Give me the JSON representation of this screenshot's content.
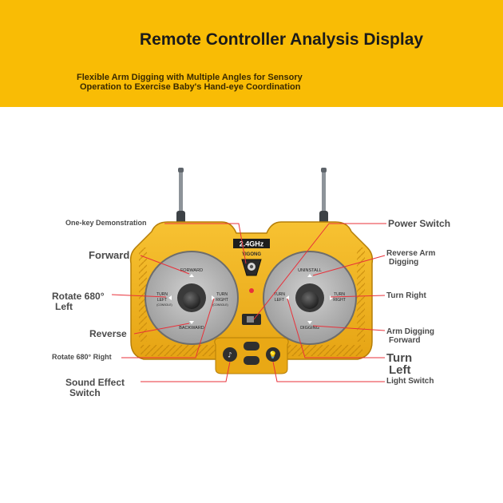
{
  "header": {
    "title": "Remote Controller Analysis Display",
    "subtitle_line1": "Flexible Arm Digging with Multiple Angles for Sensory",
    "subtitle_line2": "Operation to Exercise Baby's Hand-eye Coordination",
    "background_color": "#f9bc05"
  },
  "remote": {
    "frequency": "2.4GHz",
    "brand": "YIGONG",
    "body_color": "#f3b21e",
    "left_stick": {
      "top": "FORWARD",
      "bottom": "BACKWARD",
      "left_1": "TURN",
      "left_2": "LEFT",
      "left_3": "(CONSOLE)",
      "right_1": "TURN",
      "right_2": "RIGHT",
      "right_3": "(CONSOLE)"
    },
    "right_stick": {
      "top": "UNINSTALL",
      "bottom": "DIGGING",
      "left_1": "TURN",
      "left_2": "LEFT",
      "right_1": "TURN",
      "right_2": "RIGHT"
    }
  },
  "callouts": {
    "one_key_demo": "One-key Demonstration",
    "forward": "Forward",
    "rotate_left_1": "Rotate 680°",
    "rotate_left_2": "Left",
    "reverse": "Reverse",
    "rotate_right": "Rotate 680° Right",
    "sound_1": "Sound Effect",
    "sound_2": "Switch",
    "power_switch": "Power Switch",
    "reverse_arm_1": "Reverse Arm",
    "reverse_arm_2": "Digging",
    "turn_right": "Turn Right",
    "arm_forward_1": "Arm Digging",
    "arm_forward_2": "Forward",
    "turn_left_1": "Turn",
    "turn_left_2": "Left",
    "light_switch": "Light Switch",
    "leader_color": "#e8313a"
  }
}
